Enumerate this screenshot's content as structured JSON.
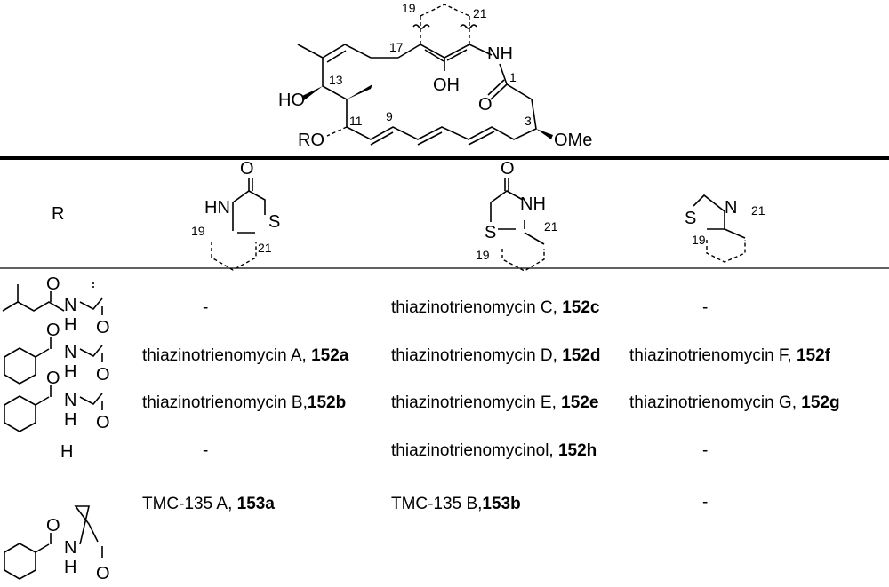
{
  "core": {
    "atoms": {
      "nh": "NH",
      "oh": "OH",
      "o": "O",
      "ome": "OMe",
      "ho": "HO",
      "ro": "RO"
    },
    "locants": {
      "c1": "1",
      "c3": "3",
      "c9": "9",
      "c11": "11",
      "c13": "13",
      "c17": "17",
      "c19": "19",
      "c21": "21"
    }
  },
  "header": {
    "r": "R",
    "col1": {
      "o": "O",
      "hn": "HN",
      "s": "S",
      "l19": "19",
      "l21": "21"
    },
    "col2": {
      "o": "O",
      "nh": "NH",
      "s": "S",
      "l19": "19",
      "l21": "21"
    },
    "col3": {
      "s": "S",
      "n": "N",
      "l19": "19",
      "l21": "21"
    }
  },
  "r_groups": {
    "o": "O",
    "n": "N",
    "h": "H",
    "row4": "H"
  },
  "rows": [
    {
      "c1": "-",
      "c2_name": "thiazinotrienomycin C, ",
      "c2_id": "152c",
      "c3": "-"
    },
    {
      "c1_name": "thiazinotrienomycin A, ",
      "c1_id": "152a",
      "c2_name": "thiazinotrienomycin D, ",
      "c2_id": "152d",
      "c3_name": "thiazinotrienomycin F, ",
      "c3_id": "152f"
    },
    {
      "c1_name": "thiazinotrienomycin B,",
      "c1_id": "152b",
      "c2_name": "thiazinotrienomycin E, ",
      "c2_id": "152e",
      "c3_name": "thiazinotrienomycin G, ",
      "c3_id": "152g"
    },
    {
      "c1": "-",
      "c2_name": "thiazinotrienomycinol, ",
      "c2_id": "152h",
      "c3": "-"
    },
    {
      "c1_name": "TMC-135 A, ",
      "c1_id": "153a",
      "c2_name": "TMC-135 B,",
      "c2_id": "153b",
      "c3": "-"
    }
  ]
}
